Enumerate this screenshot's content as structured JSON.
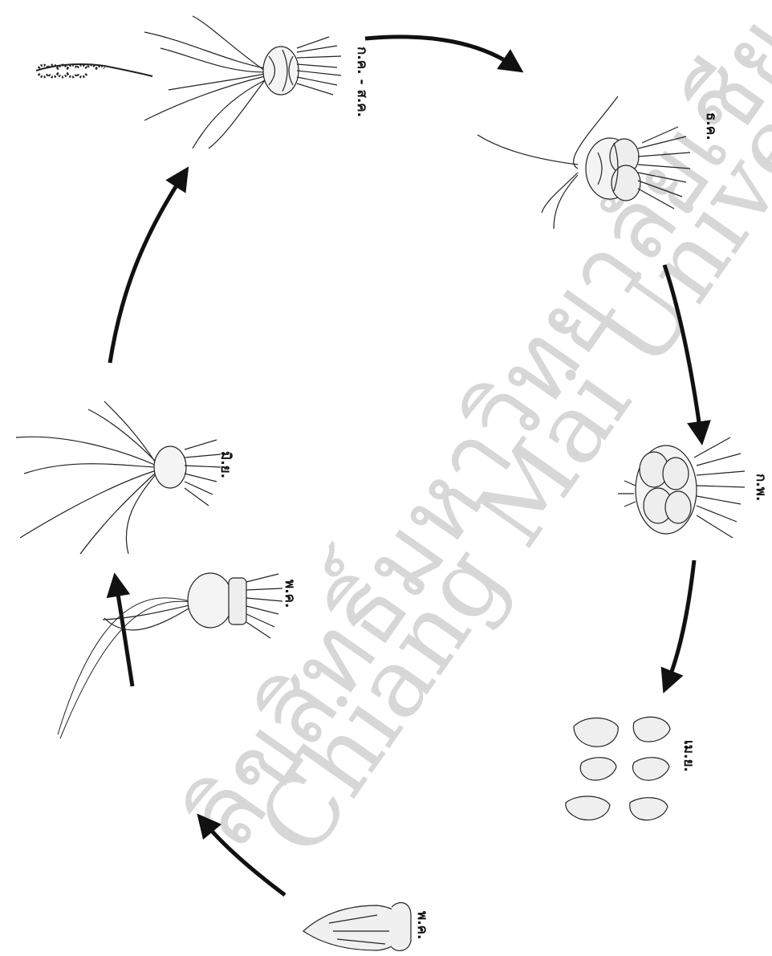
{
  "watermark": {
    "line1": "ลิขสิทธิ์มหาวิทยาลัยเชียงใหม่",
    "line2": "Chiang Mai University"
  },
  "stages": [
    {
      "id": "aug-oct",
      "label": "ก.ค. - ส.ค.",
      "depicts": "flowering-plant"
    },
    {
      "id": "sep",
      "label": "ธ.ค.",
      "depicts": "withering-plant"
    },
    {
      "id": "feb",
      "label": "ก.พ.",
      "depicts": "mature-bulb-cluster"
    },
    {
      "id": "apr",
      "label": "เม.ย.",
      "depicts": "dormant-bulbs"
    },
    {
      "id": "mar",
      "label": "พ.ค.",
      "depicts": "planted-bulb"
    },
    {
      "id": "jun",
      "label": "พ.ค.",
      "depicts": "sprouting-bulb"
    },
    {
      "id": "jun2",
      "label": "มิ.ย.",
      "depicts": "leafy-plant"
    }
  ],
  "colors": {
    "ink": "#111111",
    "watermark": "#d7d7d7"
  }
}
